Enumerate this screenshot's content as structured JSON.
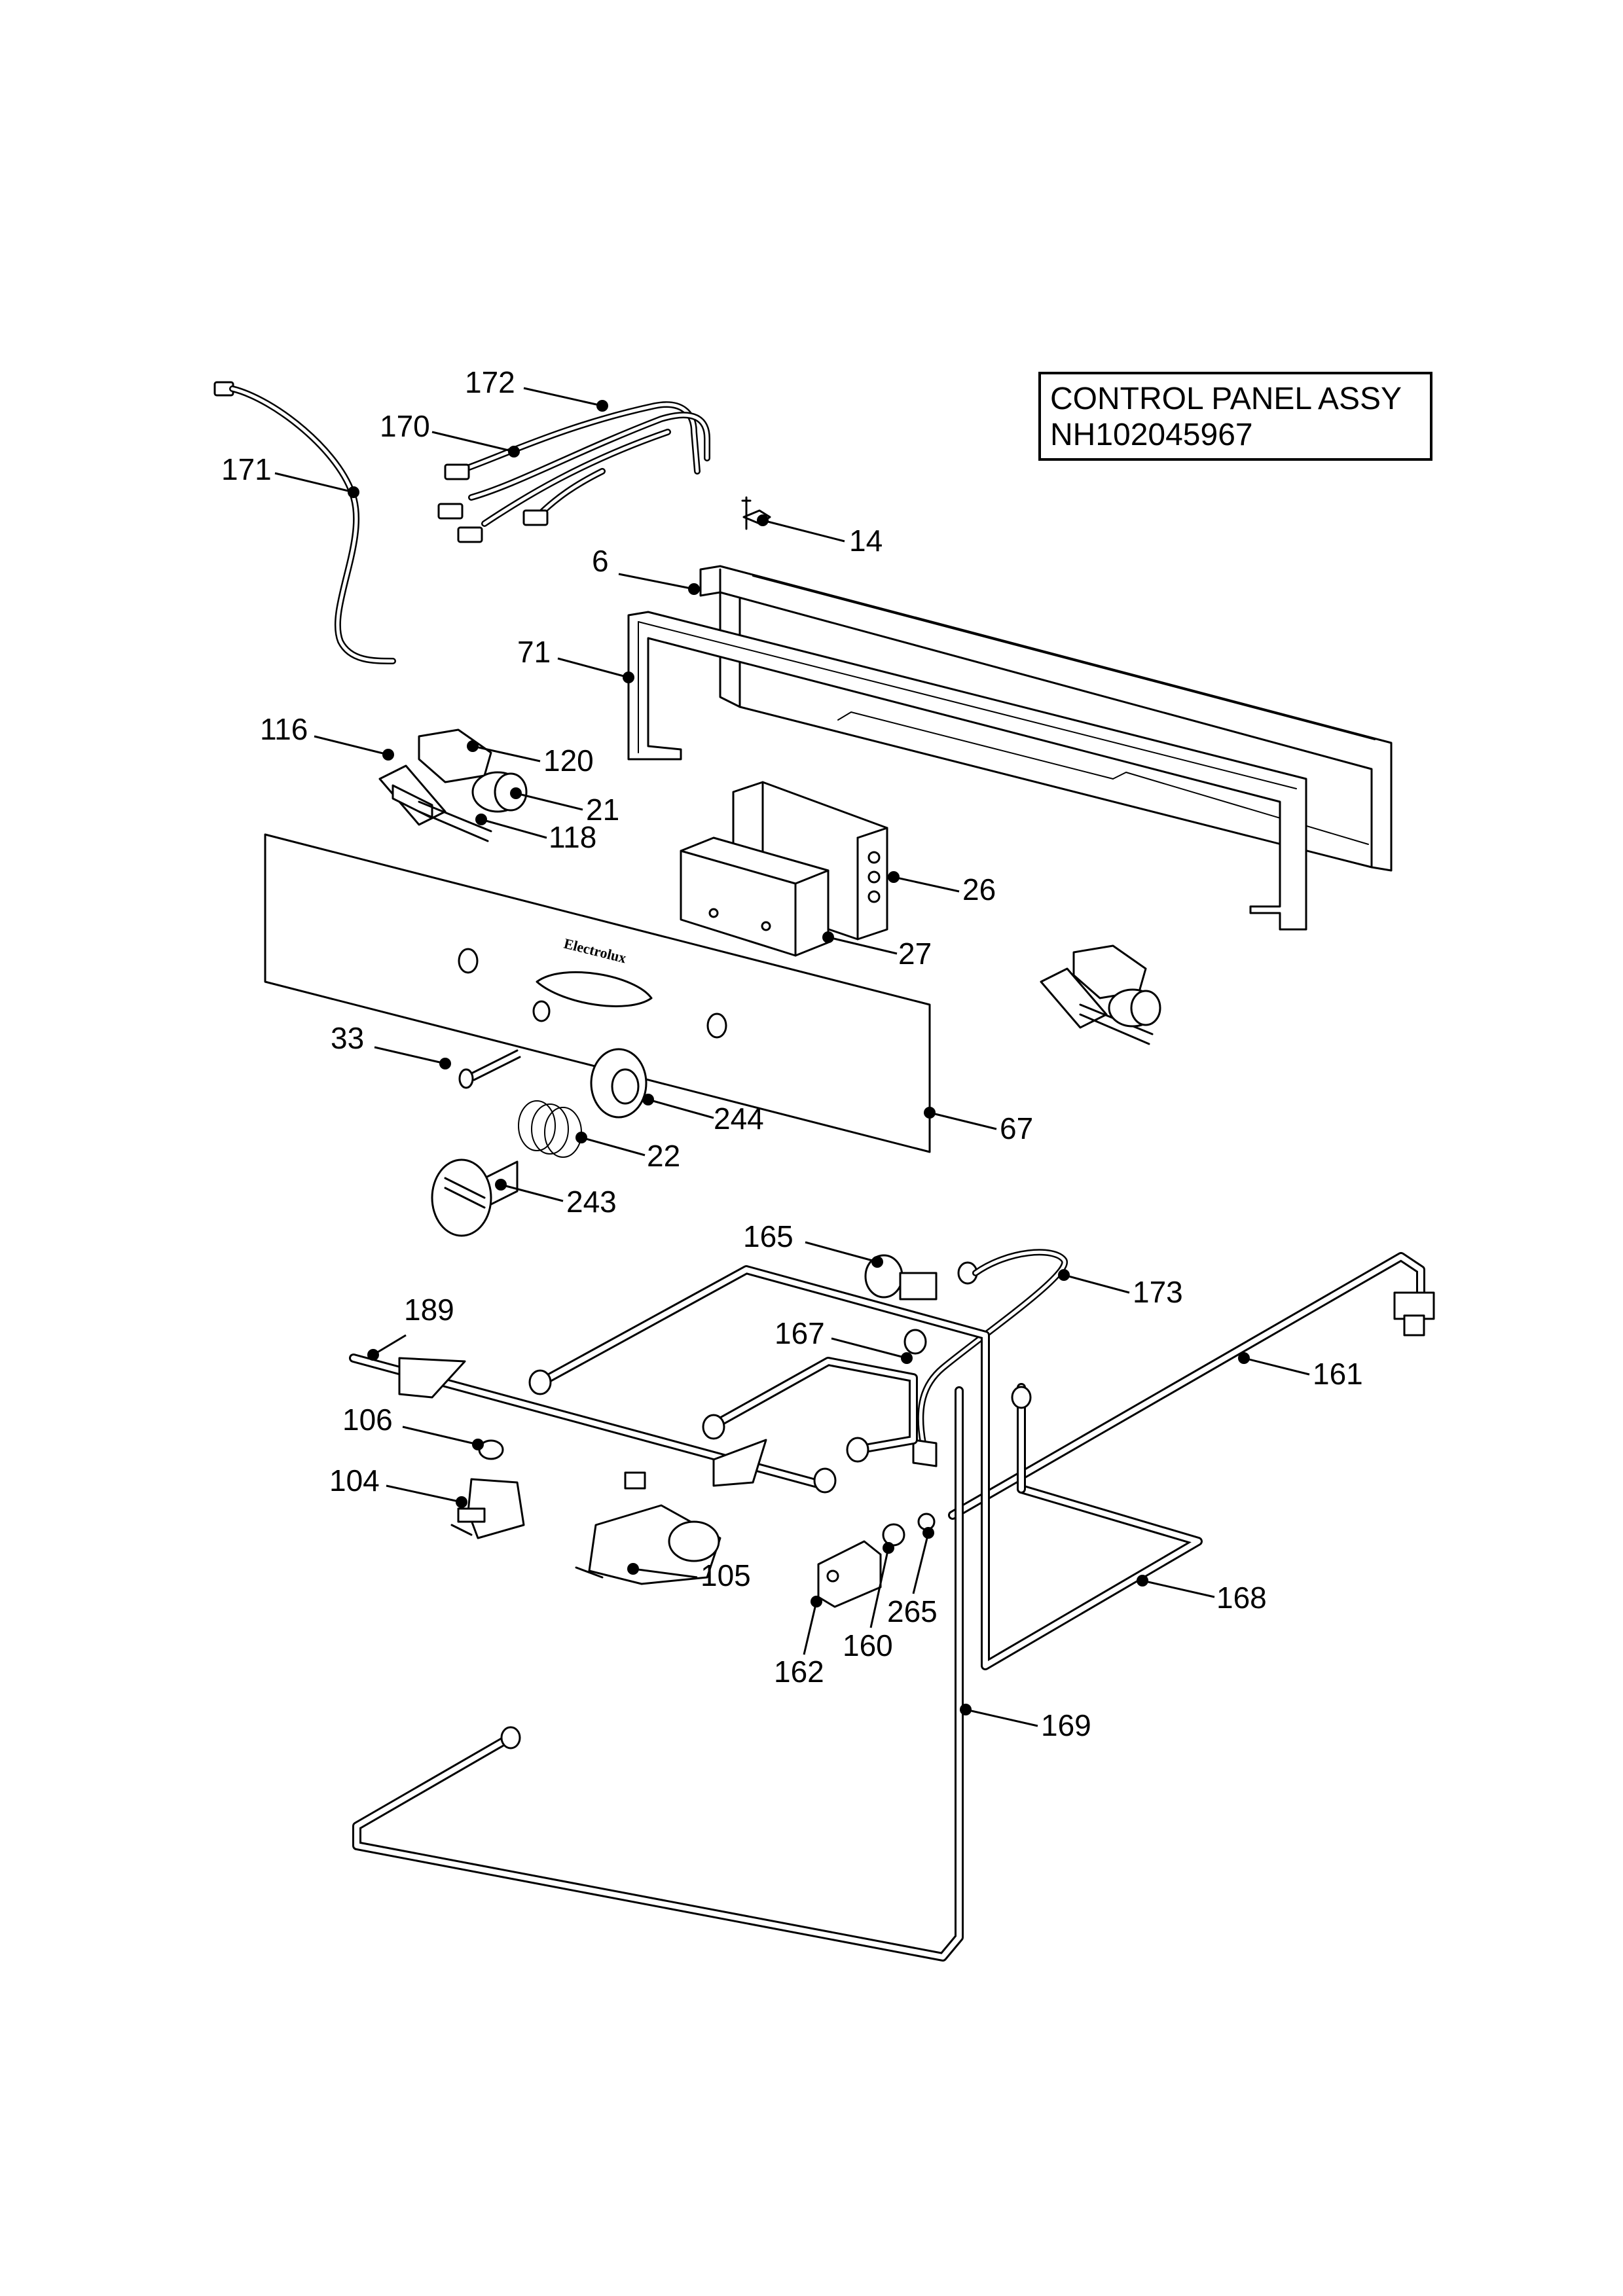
{
  "title": {
    "line1": "CONTROL PANEL ASSY",
    "line2": "NH102045967"
  },
  "brand_logo": "Electrolux",
  "callouts": [
    {
      "id": "c172",
      "label": "172"
    },
    {
      "id": "c170",
      "label": "170"
    },
    {
      "id": "c171",
      "label": "171"
    },
    {
      "id": "c14",
      "label": "14"
    },
    {
      "id": "c6",
      "label": "6"
    },
    {
      "id": "c71",
      "label": "71"
    },
    {
      "id": "c116",
      "label": "116"
    },
    {
      "id": "c120",
      "label": "120"
    },
    {
      "id": "c21",
      "label": "21"
    },
    {
      "id": "c118",
      "label": "118"
    },
    {
      "id": "c26",
      "label": "26"
    },
    {
      "id": "c27",
      "label": "27"
    },
    {
      "id": "c33",
      "label": "33"
    },
    {
      "id": "c244",
      "label": "244"
    },
    {
      "id": "c67",
      "label": "67"
    },
    {
      "id": "c22",
      "label": "22"
    },
    {
      "id": "c243",
      "label": "243"
    },
    {
      "id": "c165",
      "label": "165"
    },
    {
      "id": "c173",
      "label": "173"
    },
    {
      "id": "c189",
      "label": "189"
    },
    {
      "id": "c167",
      "label": "167"
    },
    {
      "id": "c161",
      "label": "161"
    },
    {
      "id": "c106",
      "label": "106"
    },
    {
      "id": "c104",
      "label": "104"
    },
    {
      "id": "c105",
      "label": "105"
    },
    {
      "id": "c265",
      "label": "265"
    },
    {
      "id": "c168",
      "label": "168"
    },
    {
      "id": "c160",
      "label": "160"
    },
    {
      "id": "c162",
      "label": "162"
    },
    {
      "id": "c169",
      "label": "169"
    }
  ]
}
